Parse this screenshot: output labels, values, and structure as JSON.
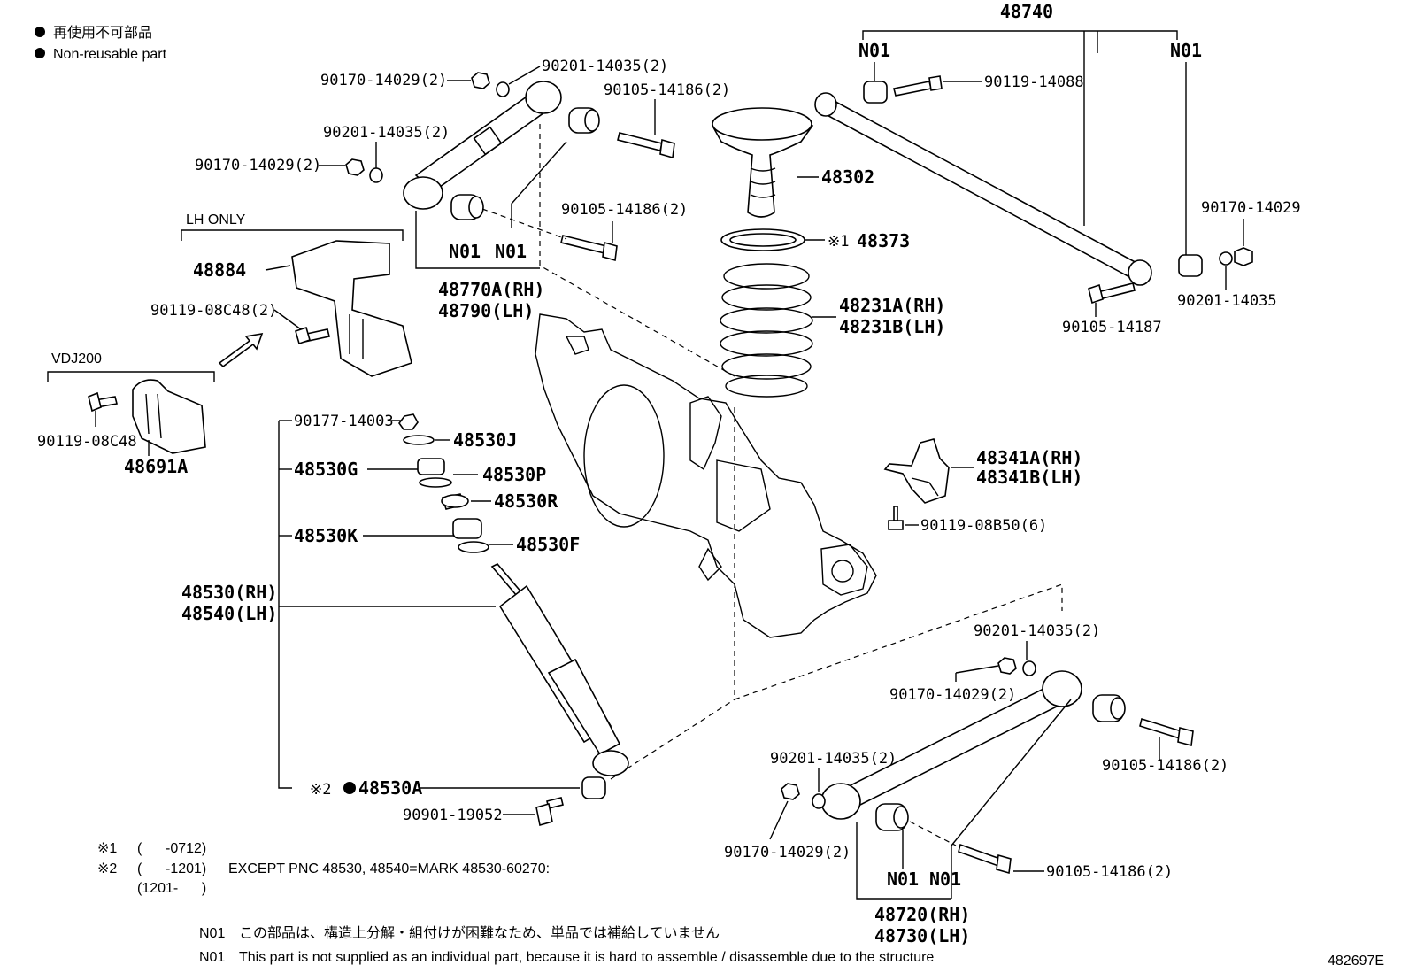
{
  "legend": {
    "jp": "再使用不可部品",
    "en": "Non-reusable part"
  },
  "group_labels": {
    "lh_only": "LH ONLY",
    "vdj200": "VDJ200"
  },
  "labels": {
    "p48740": "48740",
    "n01_a": "N01",
    "n01_b": "N01",
    "p90119_14088": "90119-14088",
    "p90170_14029_top": "90170-14029(2)",
    "p90201_14035_top": "90201-14035(2)",
    "p90105_14186_top": "90105-14186(2)",
    "p90201_14035_left": "90201-14035(2)",
    "p90170_14029_left": "90170-14029(2)",
    "p48302": "48302",
    "p90105_14186_mid": "90105-14186(2)",
    "p90170_14029_right": "90170-14029",
    "n01_c": "N01",
    "n01_d": "N01",
    "p48373_mark": "※1",
    "p48373": "48373",
    "p48770A": "48770A(RH)",
    "p48790": "48790(LH)",
    "p48884": "48884",
    "p90119_08C48_2": "90119-08C48(2)",
    "p90201_14035_right": "90201-14035",
    "p90105_14187": "90105-14187",
    "p48231A": "48231A(RH)",
    "p48231B": "48231B(LH)",
    "p90119_08C48": "90119-08C48",
    "p48691A": "48691A",
    "p90177_14003": "90177-14003",
    "p48530J": "48530J",
    "p48530G": "48530G",
    "p48530P": "48530P",
    "p48530R": "48530R",
    "p48530K": "48530K",
    "p48530F": "48530F",
    "p48341A": "48341A(RH)",
    "p48341B": "48341B(LH)",
    "p90119_08B50": "90119-08B50(6)",
    "p48530RH": "48530(RH)",
    "p48540LH": "48540(LH)",
    "p90201_14035_low1": "90201-14035(2)",
    "p90170_14029_low1": "90170-14029(2)",
    "p90105_14186_low1": "90105-14186(2)",
    "p48530A_mark": "※2",
    "p48530A": "48530A",
    "p90201_14035_low2": "90201-14035(2)",
    "p90901_19052": "90901-19052",
    "p90170_14029_low2": "90170-14029(2)",
    "n01_e": "N01",
    "n01_f": "N01",
    "p90105_14186_low2": "90105-14186(2)",
    "p48720": "48720(RH)",
    "p48730": "48730(LH)"
  },
  "footnotes": {
    "f1_mark": "※1",
    "f1_text": "(      -0712)",
    "f2_mark": "※2",
    "f2_text": "(      -1201)",
    "f2_except": "EXCEPT PNC 48530, 48540=MARK 48530-60270:",
    "f2_line2": "(1201-      )"
  },
  "n01_notes": {
    "jp_code": "N01",
    "jp_text": "この部品は、構造上分解・組付けが困難なため、単品では補給していません",
    "en_code": "N01",
    "en_text": "This part is not supplied as an individual part, because it is hard to assemble / disassemble due to the structure"
  },
  "figure_id": "482697E"
}
